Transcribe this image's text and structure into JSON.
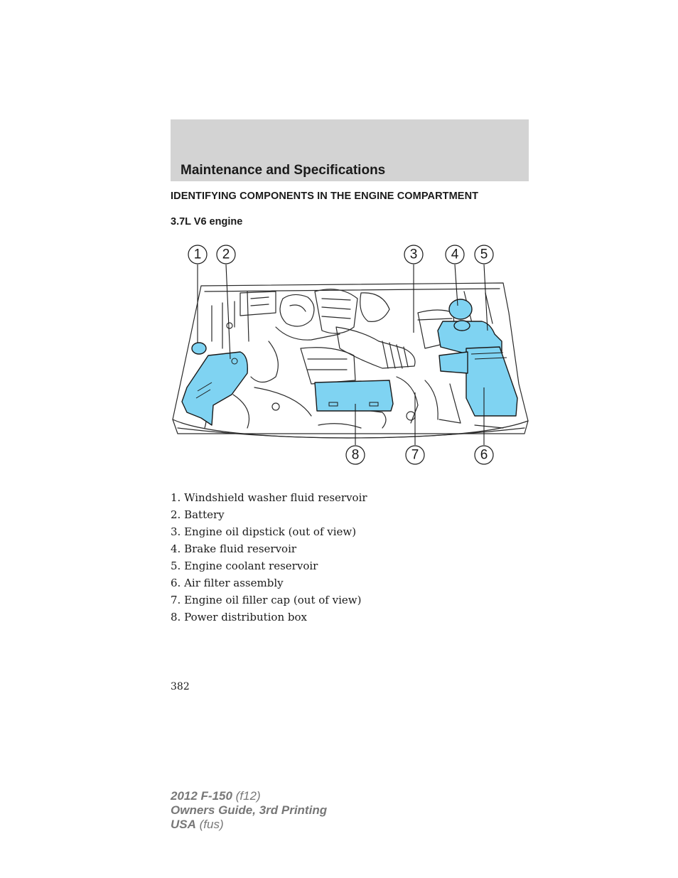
{
  "header": {
    "section_title": "Maintenance and Specifications",
    "band_color": "#d3d3d3"
  },
  "content": {
    "heading": "IDENTIFYING COMPONENTS IN THE ENGINE COMPARTMENT",
    "subheading": "3.7L V6 engine"
  },
  "diagram": {
    "highlight_color": "#7fd3f2",
    "callouts": [
      "1",
      "2",
      "3",
      "4",
      "5",
      "8",
      "7",
      "6"
    ]
  },
  "legend": {
    "items": [
      "1. Windshield washer fluid reservoir",
      "2. Battery",
      "3. Engine oil dipstick (out of view)",
      "4. Brake fluid reservoir",
      "5. Engine coolant reservoir",
      "6. Air filter assembly",
      "7. Engine oil filler cap (out of view)",
      "8. Power distribution box"
    ]
  },
  "page_number": "382",
  "footer": {
    "line1_bold": "2012 F-150",
    "line1_rest": " (f12)",
    "line2": "Owners Guide, 3rd Printing",
    "line3_bold": "USA",
    "line3_rest": " (fus)"
  }
}
